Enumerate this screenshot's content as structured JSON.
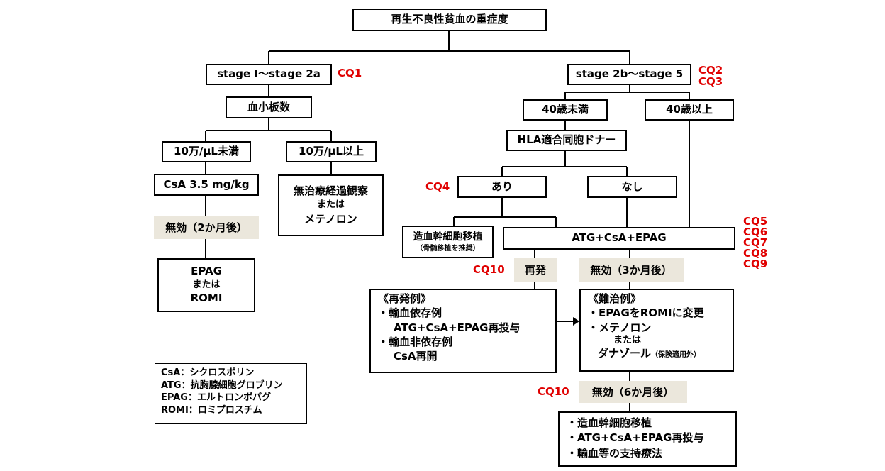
{
  "title": "再生不良性貧血の重症度",
  "stage_mild": "stage Ⅰ～stage 2a",
  "stage_severe": "stage 2b～stage 5",
  "cq": {
    "cq1": "CQ1",
    "cq2": "CQ2",
    "cq3": "CQ3",
    "cq4": "CQ4",
    "cq5": "CQ5",
    "cq6": "CQ6",
    "cq7": "CQ7",
    "cq8": "CQ8",
    "cq9": "CQ9",
    "cq10a": "CQ10",
    "cq10b": "CQ10"
  },
  "platelet": "血小板数",
  "plt_low": "10万/μL未満",
  "plt_high": "10万/μL以上",
  "csa_dose": "CsA 3.5 mg/kg",
  "observe": {
    "line1": "無治療経過観察",
    "line2": "または",
    "line3": "メテノロン"
  },
  "ineffective_2m": "無効（2か月後）",
  "epag_romi": {
    "line1": "EPAG",
    "line2": "または",
    "line3": "ROMI"
  },
  "age_under40": "40歳未満",
  "age_over40": "40歳以上",
  "hla_donor": "HLA適合同胞ドナー",
  "donor_yes": "あり",
  "donor_no": "なし",
  "hsct": {
    "line1": "造血幹細胞移植",
    "line2": "（骨髄移植を推奨）"
  },
  "atg_regimen": "ATG+CsA+EPAG",
  "relapse": "再発",
  "ineffective_3m": "無効（3か月後）",
  "relapse_box": {
    "title": "《再発例》",
    "item1": "・輸血依存例",
    "item1_detail": "ATG+CsA+EPAG再投与",
    "item2": "・輸血非依存例",
    "item2_detail": "CsA再開"
  },
  "refractory_box": {
    "title": "《難治例》",
    "item1": "・EPAGをROMIに変更",
    "item2": "・メテノロン",
    "or": "または",
    "item3": "ダナゾール",
    "item3_note": "（保険適用外）"
  },
  "ineffective_6m": "無効（6か月後）",
  "final_box": {
    "item1": "・造血幹細胞移植",
    "item2": "・ATG+CsA+EPAG再投与",
    "item3": "・輸血等の支持療法"
  },
  "legend": {
    "csa": "CsA：シクロスポリン",
    "atg": "ATG：抗胸腺細胞グロブリン",
    "epag": "EPAG：エルトロンボパグ",
    "romi": "ROMI：ロミプロスチム"
  },
  "colors": {
    "cq_red": "#e00000",
    "tag_beige": "#ebe7dc",
    "line": "#000000"
  }
}
